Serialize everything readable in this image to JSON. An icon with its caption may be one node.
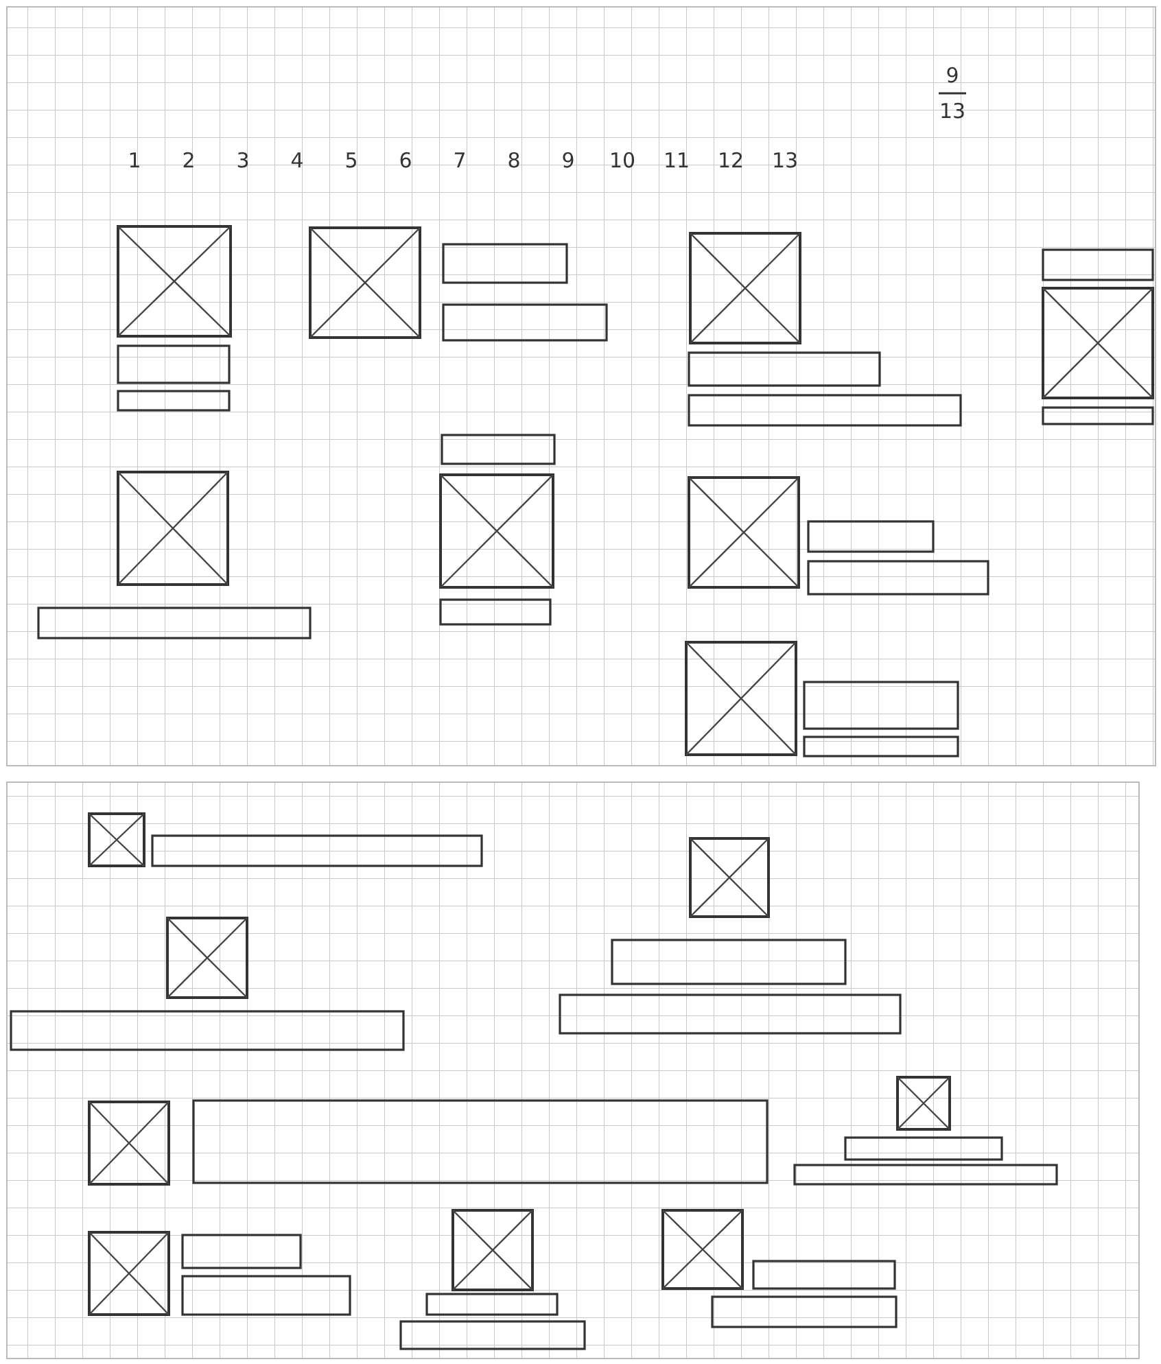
{
  "diagram": {
    "labels": [
      "9",
      "13",
      "1",
      "2",
      "3",
      "4",
      "5",
      "6",
      "7",
      "8",
      "9",
      "10",
      "11",
      "12",
      "13"
    ]
  }
}
